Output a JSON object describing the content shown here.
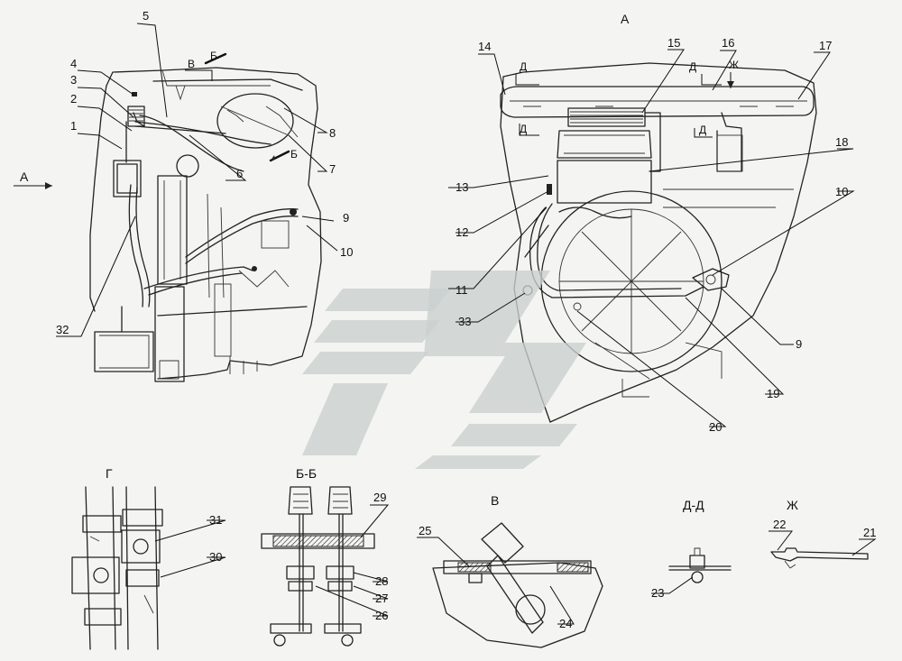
{
  "labels": {
    "l1": "1",
    "l2": "2",
    "l3": "3",
    "l4": "4",
    "l5": "5",
    "l6": "6",
    "l7": "7",
    "l8": "8",
    "l9": "9",
    "l10": "10",
    "l32": "32",
    "r9": "9",
    "r10": "10",
    "r11": "11",
    "r12": "12",
    "r13": "13",
    "r14": "14",
    "r15": "15",
    "r16": "16",
    "r17": "17",
    "r18": "18",
    "r19": "19",
    "r20": "20",
    "r33": "33",
    "b21": "21",
    "b22": "22",
    "b23": "23",
    "b24": "24",
    "b25": "25",
    "b26": "26",
    "b27": "27",
    "b28": "28",
    "b29": "29",
    "b30": "30",
    "b31": "31"
  },
  "views": {
    "arrow_a": "А",
    "view_a": "А",
    "mark_b": "Б",
    "mark_v": "В",
    "mark_d": "Д",
    "mark_zh": "Ж",
    "detail_g": "Г",
    "section_bb": "Б-Б",
    "detail_v": "В",
    "section_dd": "Д-Д",
    "detail_zh": "Ж"
  },
  "colors": {
    "ink": "#222222",
    "paper": "#f4f4f2",
    "watermark": "#c9cfcf"
  }
}
